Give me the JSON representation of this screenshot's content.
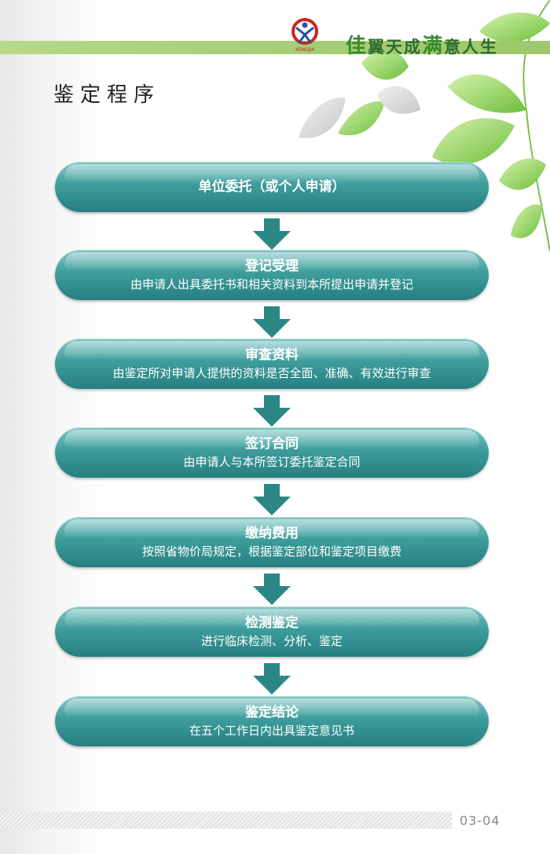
{
  "header": {
    "logo_text": "XENGJIA",
    "slogan": [
      "佳",
      "翼天成",
      "满",
      "意人生"
    ]
  },
  "page_title": "鉴定程序",
  "steps": [
    {
      "title": "单位委托（或个人申请）",
      "desc": ""
    },
    {
      "title": "登记受理",
      "desc": "由申请人出具委托书和相关资料到本所提出申请并登记"
    },
    {
      "title": "审查资料",
      "desc": "由鉴定所对申请人提供的资料是否全面、准确、有效进行审查"
    },
    {
      "title": "签订合同",
      "desc": "由申请人与本所签订委托鉴定合同"
    },
    {
      "title": "缴纳费用",
      "desc": "按照省物价局规定，根据鉴定部位和鉴定项目缴费"
    },
    {
      "title": "检测鉴定",
      "desc": "进行临床检测、分析、鉴定"
    },
    {
      "title": "鉴定结论",
      "desc": "在五个工作日内出具鉴定意见书"
    }
  ],
  "footer": {
    "page_number": "03-04"
  },
  "colors": {
    "step": "#3e9d9c",
    "arrow": "#2b8686",
    "band": "#a8d07a",
    "slogan": "#2f6a2f"
  }
}
